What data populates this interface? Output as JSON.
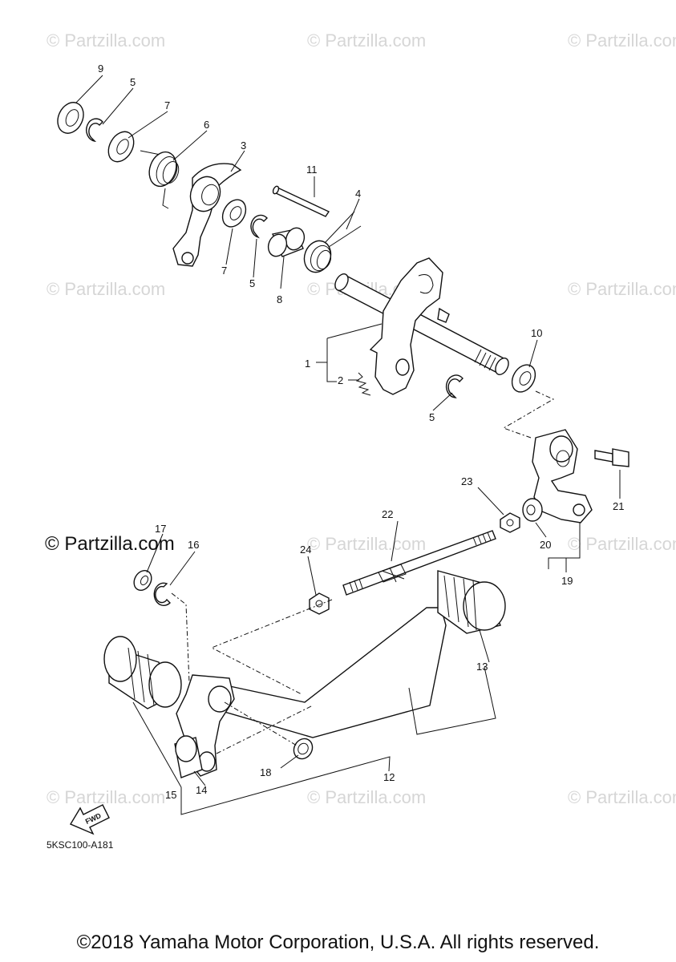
{
  "watermark": "© Partzilla.com",
  "watermark_featured": "© Partzilla.com",
  "diagram_code": "5KSC100-A181",
  "fwd_label": "FWD",
  "copyright": "©2018 Yamaha Motor Corporation, U.S.A. All rights reserved.",
  "callouts": [
    "1",
    "2",
    "3",
    "4",
    "5",
    "5",
    "5",
    "6",
    "7",
    "7",
    "8",
    "9",
    "10",
    "11",
    "12",
    "13",
    "14",
    "15",
    "16",
    "17",
    "18",
    "19",
    "20",
    "21",
    "22",
    "23",
    "24"
  ]
}
